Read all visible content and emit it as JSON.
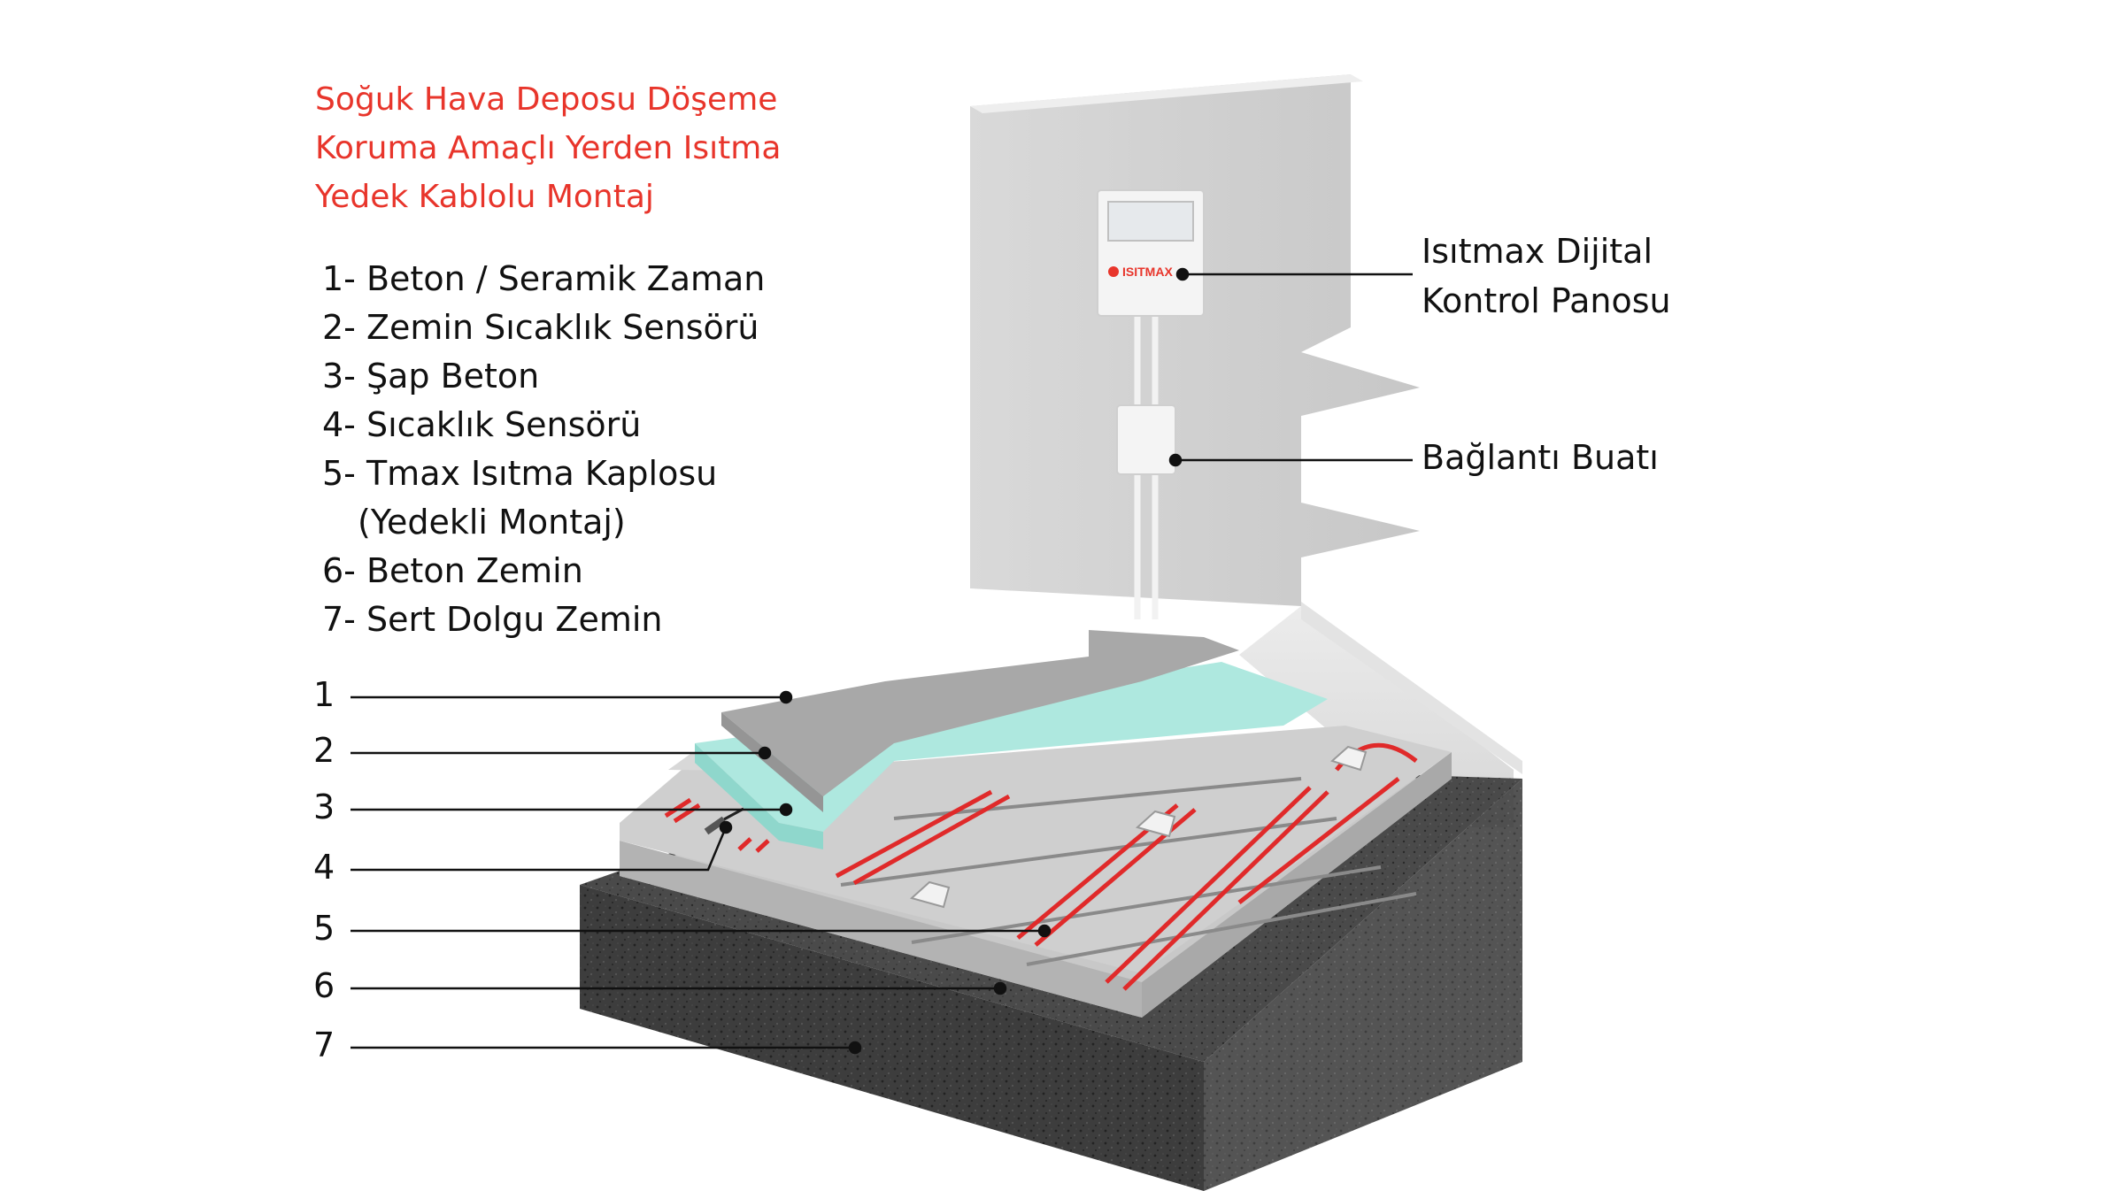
{
  "title": {
    "lines": [
      "Soğuk Hava Deposu Döşeme",
      "Koruma Amaçlı Yerden Isıtma",
      "Yedek Kablolu Montaj"
    ]
  },
  "legend": {
    "items": [
      "1- Beton / Seramik Zaman",
      "2- Zemin Sıcaklık Sensörü",
      "3- Şap Beton",
      "4- Sıcaklık Sensörü",
      "5- Tmax Isıtma Kaplosu",
      "(Yedekli Montaj)",
      "6- Beton Zemin",
      "7- Sert Dolgu Zemin"
    ]
  },
  "layer_numbers": [
    "1",
    "2",
    "3",
    "4",
    "5",
    "6",
    "7"
  ],
  "callouts": {
    "control_panel": [
      "Isıtmax Dijital",
      "Kontrol Panosu"
    ],
    "junction_box": "Bağlantı Buatı"
  },
  "brand": {
    "logo_text": "ISITMAX"
  },
  "colors": {
    "title": "#e8352b",
    "cable": "#e02a2a",
    "insulation": "#aee8df",
    "concrete": "#b9b9b9",
    "soil": "#3c3c3c"
  }
}
